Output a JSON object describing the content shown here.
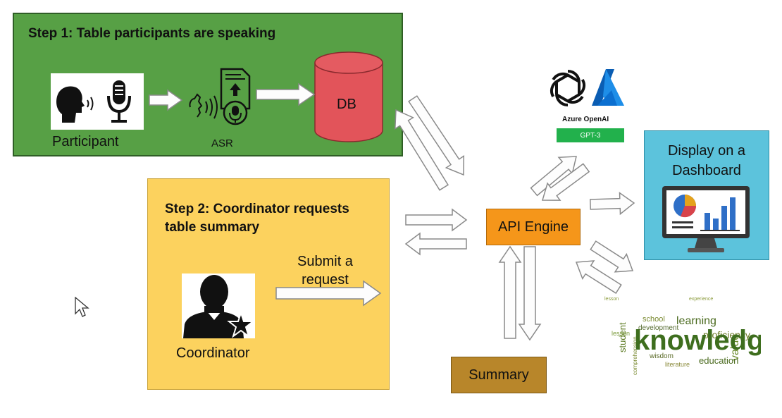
{
  "step1": {
    "title": "Step 1: Table participants are speaking",
    "participant_label": "Participant",
    "asr_label": "ASR",
    "db_label": "DB"
  },
  "step2": {
    "title_line1": "Step 2: Coordinator requests",
    "title_line2": "table summary",
    "request_line1": "Submit a",
    "request_line2": "request",
    "coordinator_label": "Coordinator"
  },
  "api_engine_label": "API Engine",
  "summary_label": "Summary",
  "dashboard": {
    "line1": "Display on a",
    "line2": "Dashboard"
  },
  "azure": {
    "brand": "Azure OpenAI",
    "model_badge": "GPT-3"
  },
  "wordcloud": {
    "main": "knowledge",
    "words": [
      "education",
      "learning",
      "development",
      "proficiency",
      "value",
      "school",
      "wisdom",
      "student",
      "comprehension",
      "literature",
      "experience",
      "lesson"
    ]
  },
  "colors": {
    "step1_bg": "#57a045",
    "step2_bg": "#fcd25e",
    "db": "#e2545a",
    "api_engine": "#f5961a",
    "summary": "#b8862a",
    "dashboard": "#5cc3dc",
    "gpt_badge": "#22b14c"
  }
}
